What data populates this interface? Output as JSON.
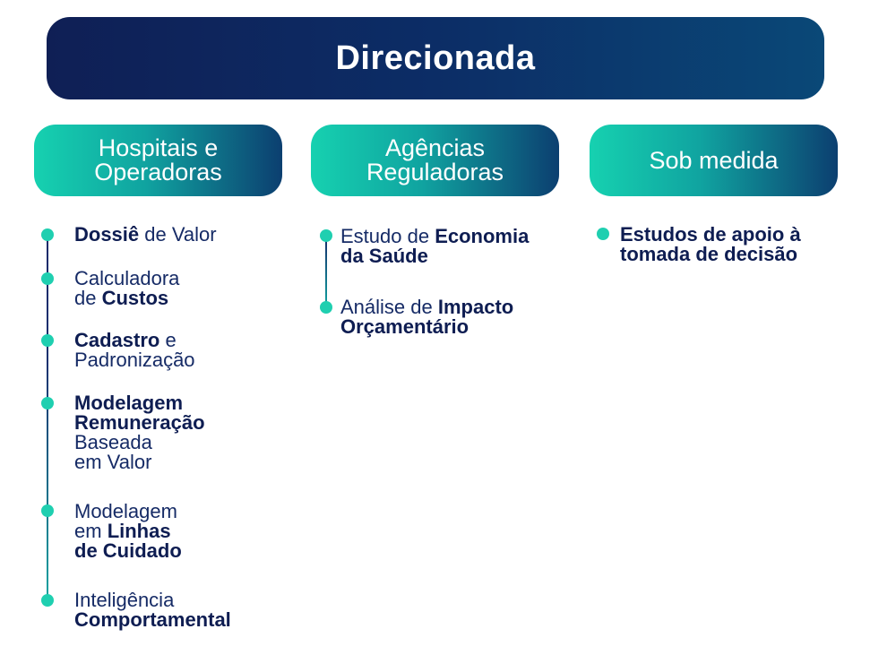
{
  "title": "Direcionada",
  "columns": [
    {
      "header_line1": "Hospitais e",
      "header_line2": "Operadoras",
      "items": [
        {
          "b1": "Dossiê",
          "t1": " de Valor"
        },
        {
          "t1": "Calculadora",
          "t2": "de ",
          "b2": "Custos"
        },
        {
          "b1": "Cadastro",
          "t1": " e",
          "t2": "Padronização"
        },
        {
          "b1": "Modelagem",
          "b2": "Remuneração",
          "t3": "Baseada",
          "t4": "em Valor"
        },
        {
          "t1": "Modelagem",
          "t2": "em ",
          "b2": "Linhas",
          "b3": "de Cuidado"
        },
        {
          "t1": "Inteligência",
          "b2": "Comportamental"
        }
      ]
    },
    {
      "header_line1": "Agências",
      "header_line2": "Reguladoras",
      "items": [
        {
          "t1": "Estudo de ",
          "b1": "Economia",
          "b2": "da Saúde"
        },
        {
          "t1": "Análise de ",
          "b1": "Impacto",
          "b2": "Orçamentário"
        }
      ]
    },
    {
      "header_line1": "Sob medida",
      "items": [
        {
          "t1": "Estudos de apoio à",
          "b2": "tomada de decisão"
        }
      ]
    }
  ],
  "colors": {
    "navy": "#0e1d52",
    "teal": "#1fcfb0"
  }
}
